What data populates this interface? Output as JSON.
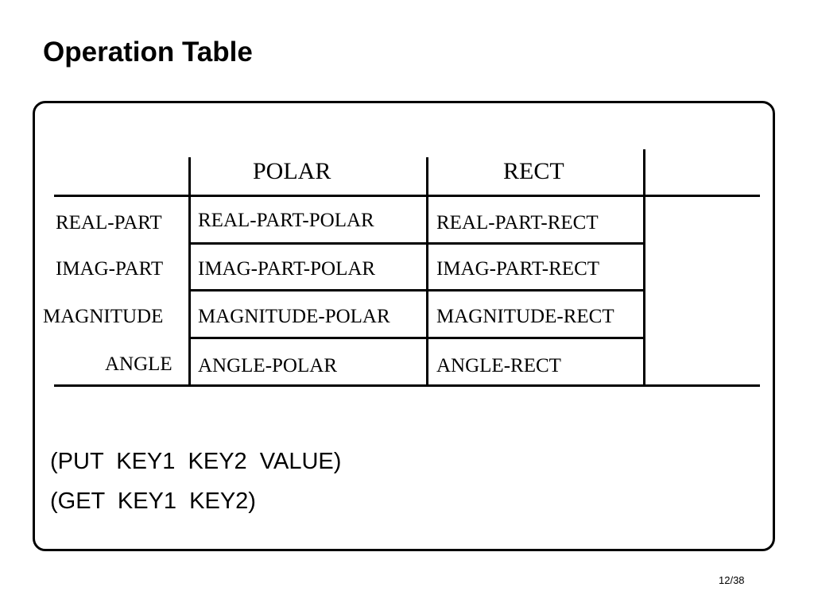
{
  "slide": {
    "title": "Operation Table",
    "page_number": "12/38"
  },
  "table": {
    "columns": [
      "POLAR",
      "RECT"
    ],
    "rows": [
      {
        "label": "REAL-PART",
        "cells": [
          "REAL-PART-POLAR",
          "REAL-PART-RECT"
        ]
      },
      {
        "label": "IMAG-PART",
        "cells": [
          "IMAG-PART-POLAR",
          "IMAG-PART-RECT"
        ]
      },
      {
        "label": "MAGNITUDE",
        "cells": [
          "MAGNITUDE-POLAR",
          "MAGNITUDE-RECT"
        ]
      },
      {
        "label": "ANGLE",
        "cells": [
          "ANGLE-POLAR",
          "ANGLE-RECT"
        ]
      }
    ]
  },
  "code": {
    "put_line": "(PUT  KEY1  KEY2  VALUE)",
    "get_line": "(GET  KEY1  KEY2)"
  }
}
